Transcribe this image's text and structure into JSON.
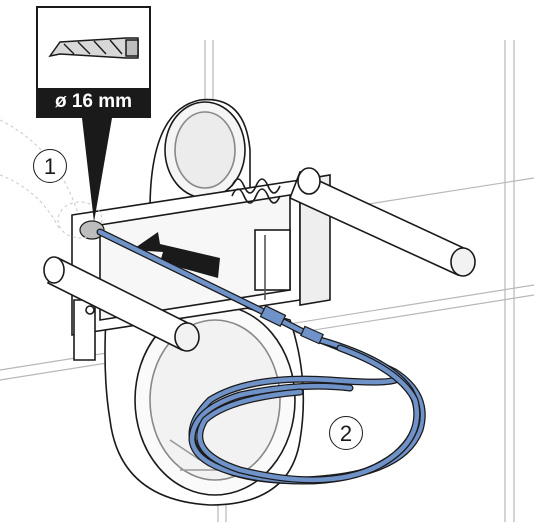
{
  "callout": {
    "icon": "drill-bit-icon",
    "diameter_label": "ø 16 mm"
  },
  "steps": [
    {
      "number": "1"
    },
    {
      "number": "2"
    }
  ],
  "colors": {
    "line": "#1a1a1a",
    "tile_grid": "#b8b8b8",
    "hose": "#6f92c8",
    "hose_dark": "#3f5f93",
    "callout_bg": "#1a1a1a"
  }
}
